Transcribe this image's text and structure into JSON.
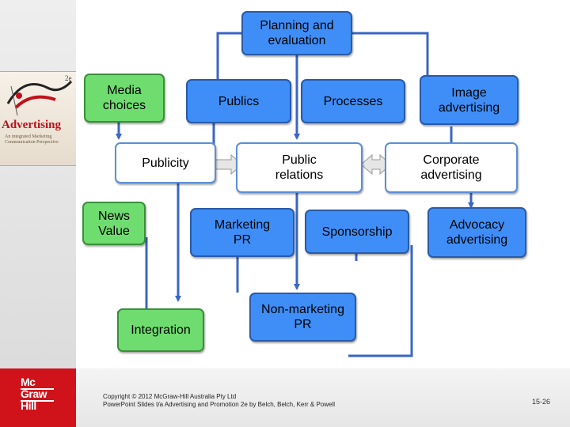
{
  "diagram": {
    "planning": "Planning and\nevaluation",
    "media_choices": "Media\nchoices",
    "publics": "Publics",
    "processes": "Processes",
    "image_advertising": "Image\nadvertising",
    "publicity": "Publicity",
    "public_relations": "Public\nrelations",
    "corporate_advertising": "Corporate\nadvertising",
    "news_value": "News\nValue",
    "marketing_pr": "Marketing\nPR",
    "sponsorship": "Sponsorship",
    "advocacy_advertising": "Advocacy\nadvertising",
    "integration": "Integration",
    "non_marketing_pr": "Non-marketing\nPR"
  },
  "book": {
    "title": "Advertising",
    "edition": "2e",
    "subtitle": "An integrated Marketing Communication Perspective"
  },
  "logo": {
    "lines": [
      "Mc",
      "Graw",
      "Hill"
    ]
  },
  "footer": {
    "copyright_line1": "Copyright © 2012 McGraw-Hill Australia Pty Ltd",
    "copyright_line2": "PowerPoint Slides t/a Advertising and Promotion 2e by Belch, Belch, Kerr & Powell",
    "page_number": "15-26"
  }
}
